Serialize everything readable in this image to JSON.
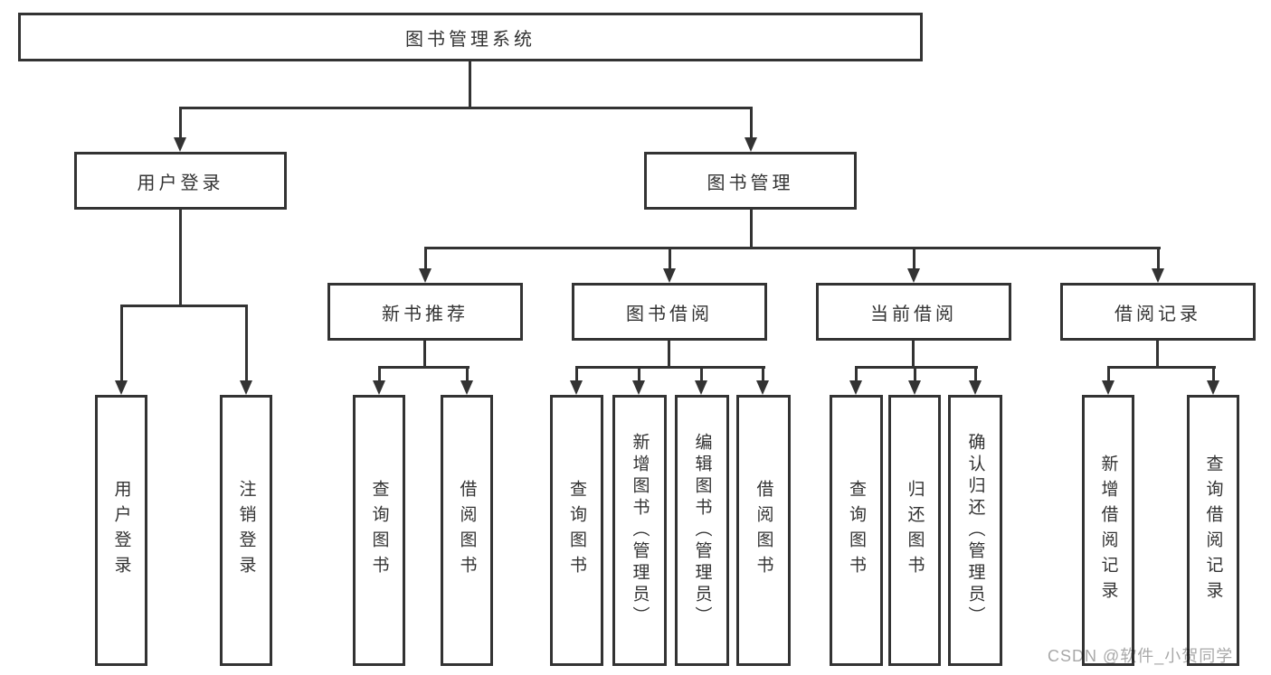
{
  "diagram": {
    "root": {
      "label": "图书管理系统"
    },
    "branches": [
      {
        "label": "用户登录",
        "children": [
          {
            "label": "用户登录"
          },
          {
            "label": "注销登录"
          }
        ]
      },
      {
        "label": "图书管理",
        "children": [
          {
            "label": "新书推荐",
            "children": [
              {
                "label": "查询图书"
              },
              {
                "label": "借阅图书"
              }
            ]
          },
          {
            "label": "图书借阅",
            "children": [
              {
                "label": "查询图书"
              },
              {
                "label": "新增图书（管理员）"
              },
              {
                "label": "编辑图书（管理员）"
              },
              {
                "label": "借阅图书"
              }
            ]
          },
          {
            "label": "当前借阅",
            "children": [
              {
                "label": "查询图书"
              },
              {
                "label": "归还图书"
              },
              {
                "label": "确认归还（管理员）"
              }
            ]
          },
          {
            "label": "借阅记录",
            "children": [
              {
                "label": "新增借阅记录"
              },
              {
                "label": "查询借阅记录"
              }
            ]
          }
        ]
      }
    ]
  },
  "watermark": {
    "text": "CSDN @软件_小贺同学",
    "color": "#a8a8a8"
  },
  "colors": {
    "line": "#333333",
    "box_border": "#333333",
    "box_bg": "#ffffff",
    "text": "#333333",
    "canvas_bg": "#ffffff"
  }
}
